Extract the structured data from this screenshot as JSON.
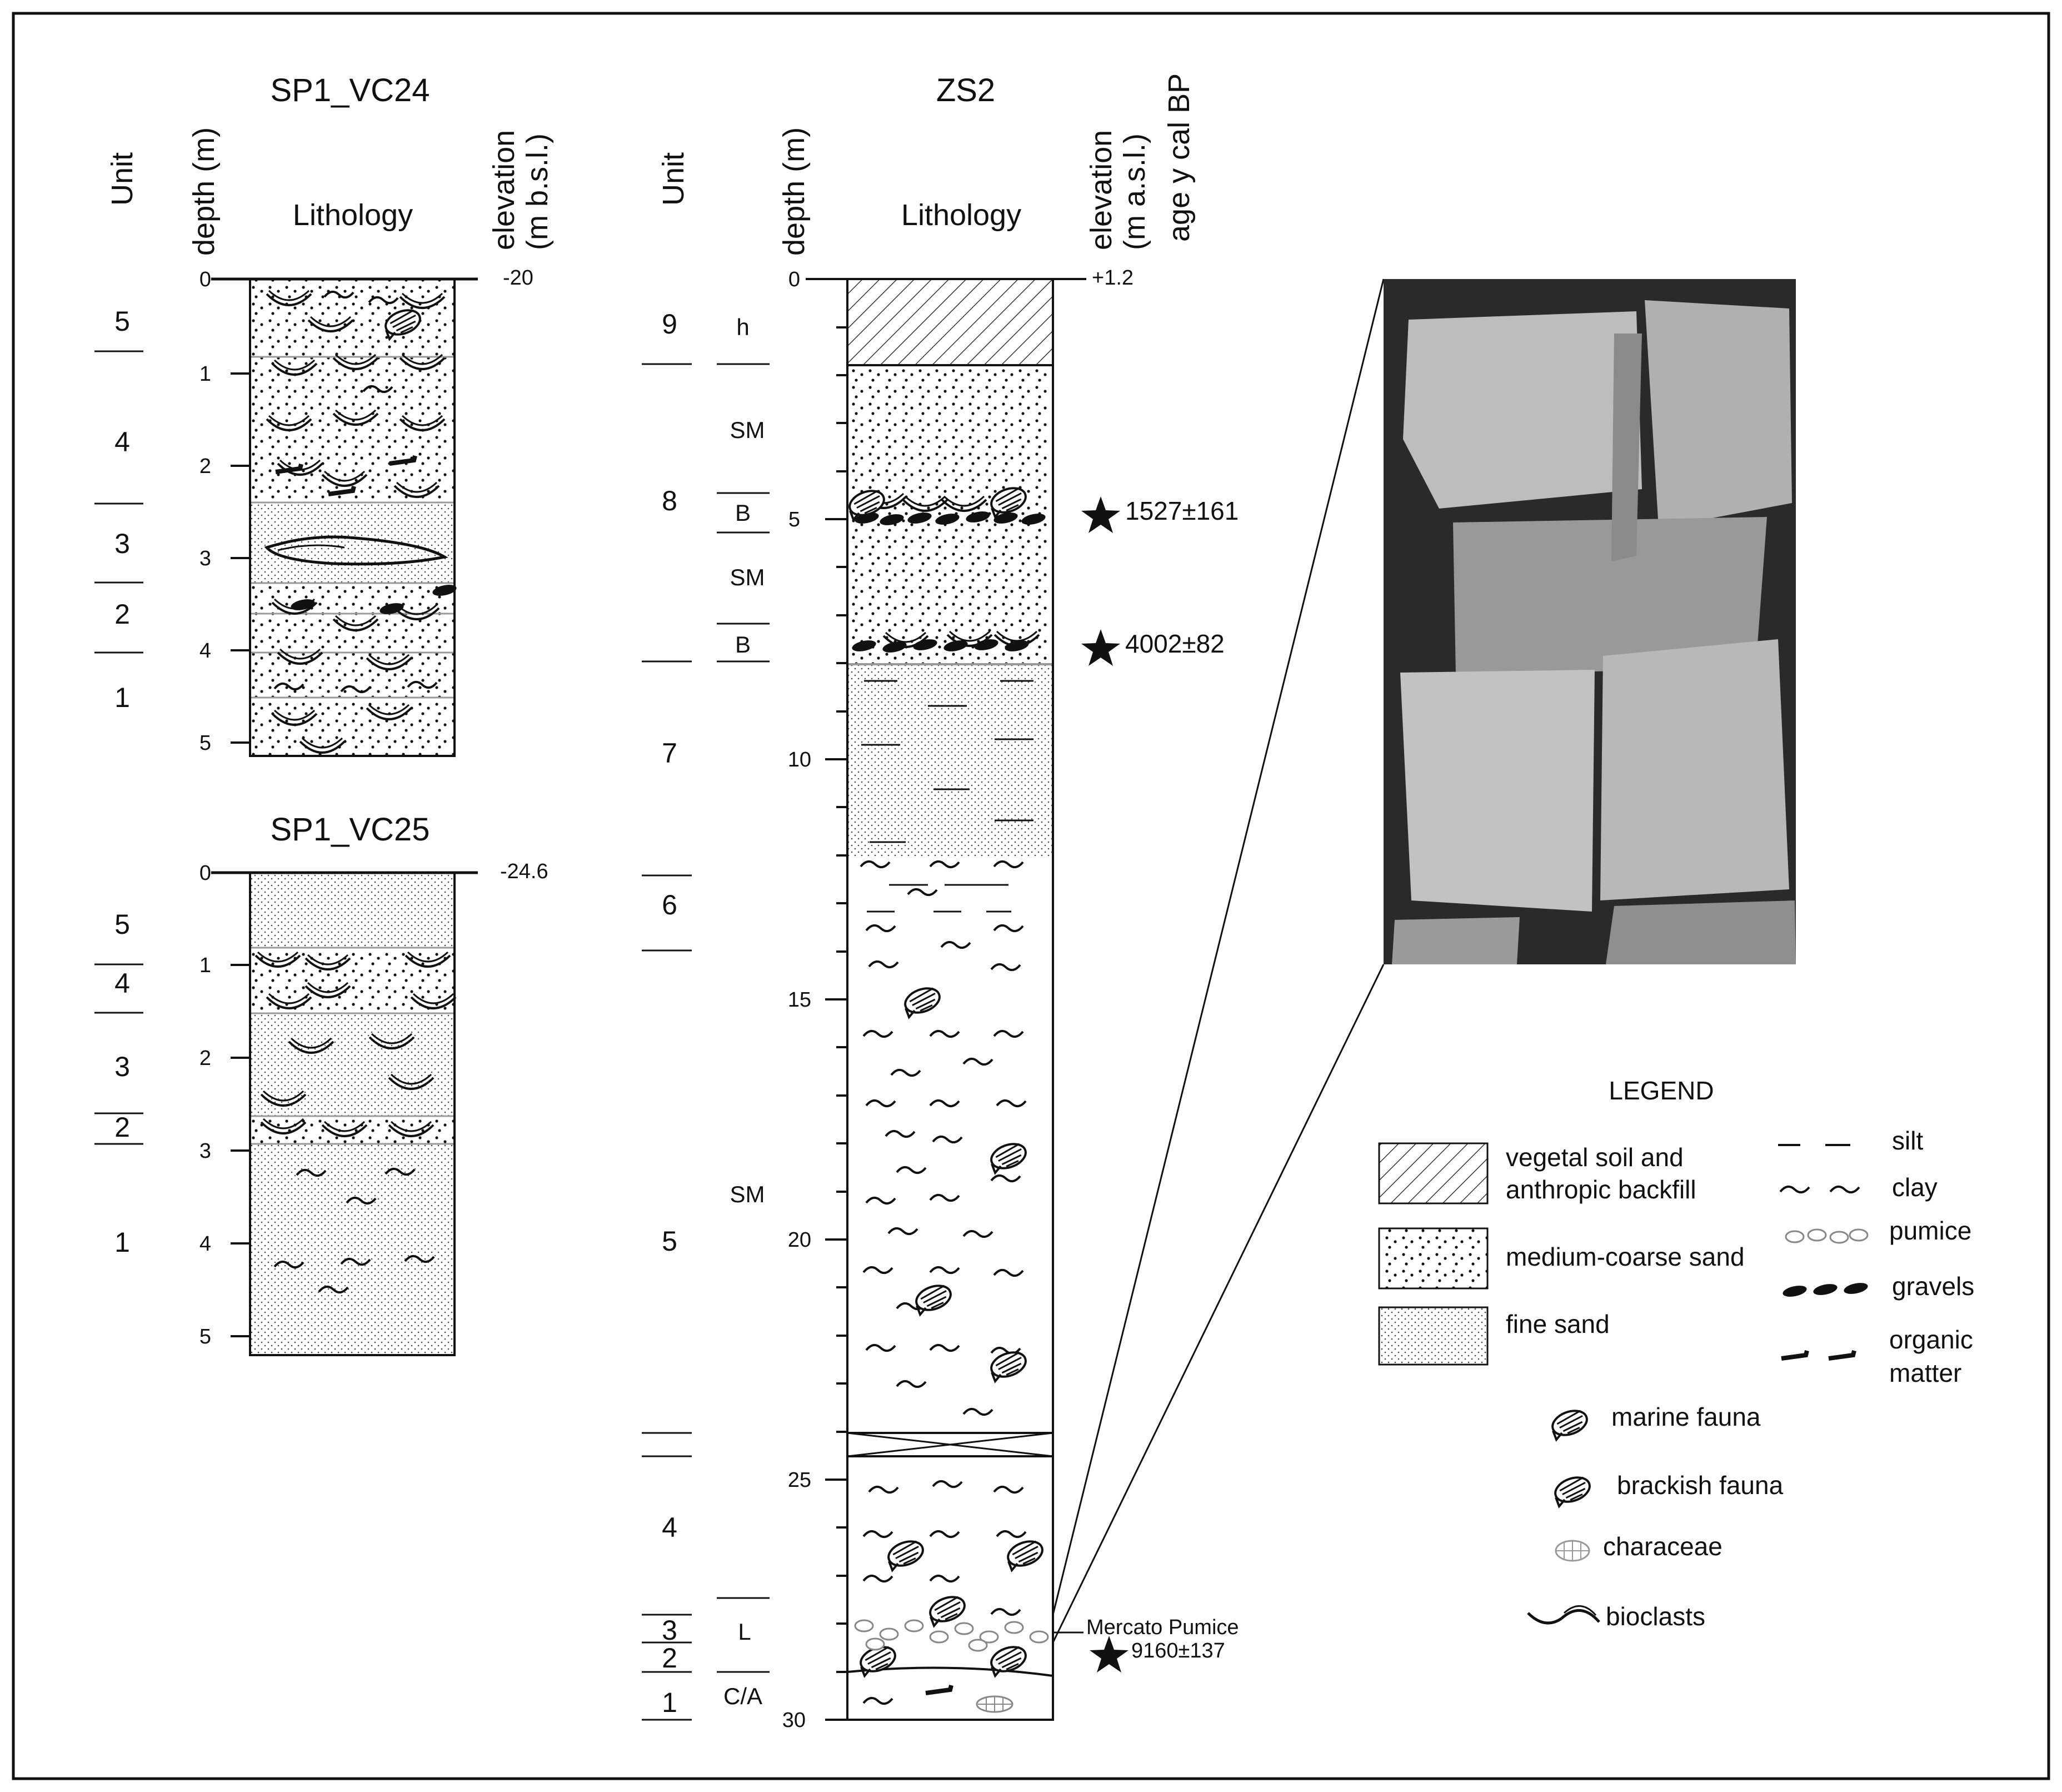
{
  "columns": {
    "vc24": {
      "title": "SP1_VC24",
      "lithology_label": "Lithology",
      "top_elevation": "-20",
      "depth_ticks": [
        "0",
        "1",
        "2",
        "3",
        "4",
        "5"
      ],
      "units": [
        "5",
        "4",
        "3",
        "2",
        "1"
      ]
    },
    "vc25": {
      "title": "SP1_VC25",
      "top_elevation": "-24.6",
      "depth_ticks": [
        "0",
        "1",
        "2",
        "3",
        "4",
        "5"
      ],
      "units": [
        "5",
        "4",
        "3",
        "2",
        "1"
      ]
    },
    "zs2": {
      "title": "ZS2",
      "lithology_label": "Lithology",
      "top_elevation": "+1.2",
      "depth_ticks": [
        "0",
        "5",
        "10",
        "15",
        "20",
        "25",
        "30"
      ],
      "units": [
        "9",
        "8",
        "7",
        "6",
        "5",
        "4",
        "3",
        "2",
        "1"
      ],
      "facies": [
        "h",
        "SM",
        "B",
        "SM",
        "B",
        "SM",
        "L",
        "C/A"
      ]
    }
  },
  "headers": {
    "unit": "Unit",
    "depth": "depth (m)",
    "elev_bsl_1": "elevation",
    "elev_bsl_2": "(m b.s.l.)",
    "elev_asl_1": "elevation",
    "elev_asl_2": "(m a.s.l.)",
    "age": "age y cal BP"
  },
  "dates": [
    {
      "age": "1527±161"
    },
    {
      "age": "4002±82"
    },
    {
      "age": "9160±137"
    }
  ],
  "annotation": "Mercato Pumice",
  "legend": {
    "title": "LEGEND",
    "boxes": [
      "vegetal soil and",
      "anthropic backfill",
      "medium-coarse sand",
      "fine sand"
    ],
    "symbols": [
      "silt",
      "clay",
      "pumice",
      "gravels",
      "organic",
      "matter"
    ],
    "fauna": [
      "marine fauna",
      "brackish fauna",
      "characeae",
      "bioclasts"
    ]
  }
}
